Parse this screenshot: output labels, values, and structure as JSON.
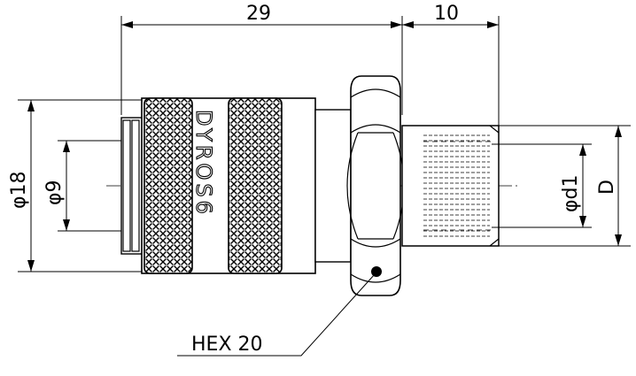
{
  "drawing": {
    "dimensions": {
      "length_body": "29",
      "length_thread": "10",
      "dia_outer": "φ18",
      "dia_bore": "φ9",
      "dia_thread_inner": "φd1",
      "dia_thread": "D"
    },
    "brand": "DYROS6",
    "hex_label": "HEX 20"
  }
}
